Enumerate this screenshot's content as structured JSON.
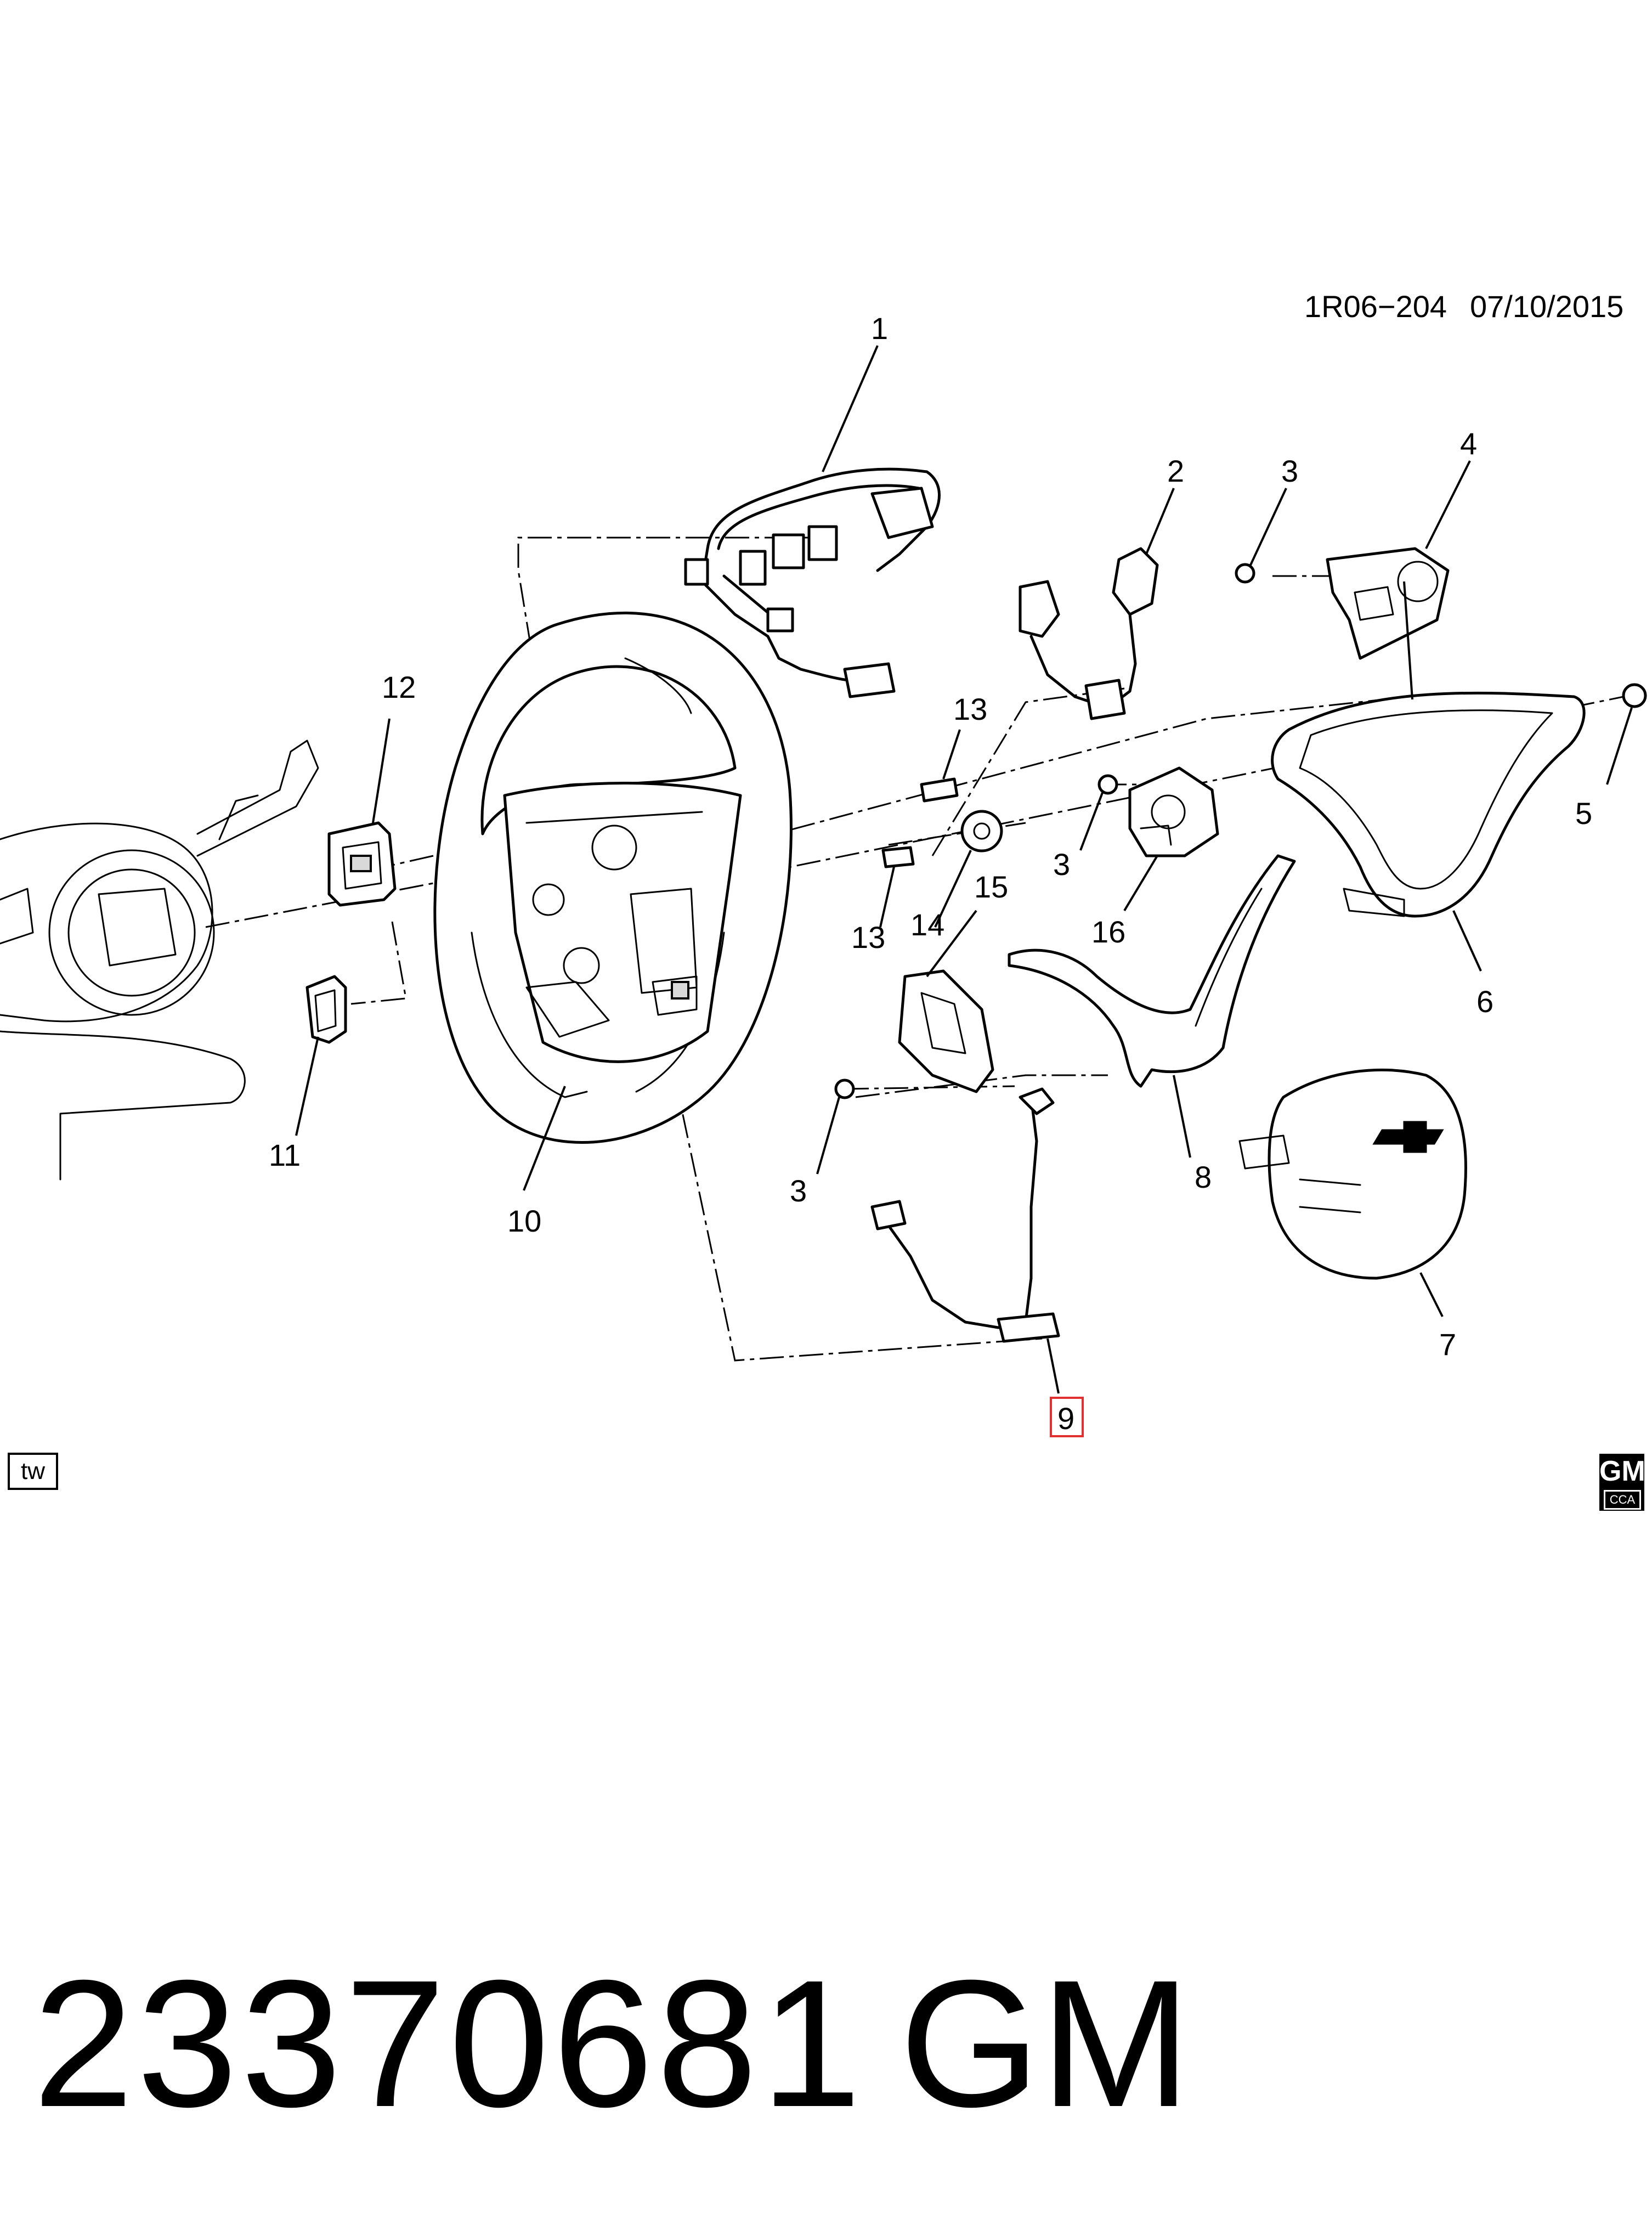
{
  "header": {
    "code": "1R06−204",
    "date": "07/10/2015"
  },
  "callouts": [
    "1",
    "2",
    "3",
    "4",
    "5",
    "6",
    "7",
    "8",
    "9",
    "10",
    "11",
    "12",
    "13",
    "14",
    "15",
    "16",
    "3",
    "3",
    "13"
  ],
  "badges": {
    "tw": "tw",
    "gm": "GM",
    "cca": "CCA"
  },
  "footer": {
    "part_number": "23370681",
    "brand": "GM"
  },
  "highlight_color": "#e03030"
}
